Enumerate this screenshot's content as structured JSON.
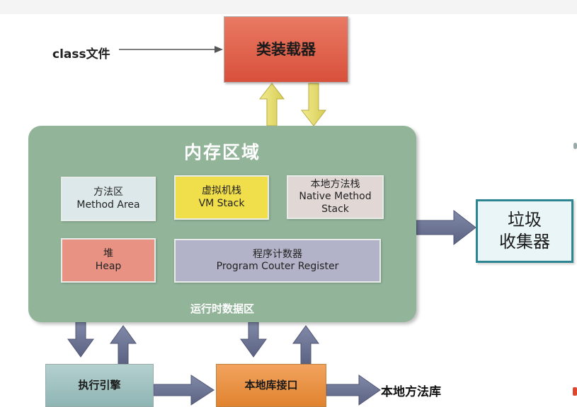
{
  "diagram": {
    "class_file": "class文件",
    "class_loader": "类装载器",
    "memory_region": {
      "title": "内存区域",
      "runtime_data_area": "运行时数据区",
      "method_area": {
        "cn": "方法区",
        "en": "Method Area"
      },
      "vm_stack": {
        "cn": "虚拟机栈",
        "en": "VM Stack"
      },
      "native_method_stack": {
        "cn": "本地方法栈",
        "en_line1": "Native Method",
        "en_line2": "Stack"
      },
      "heap": {
        "cn": "堆",
        "en": "Heap"
      },
      "program_counter": {
        "cn": "程序计数器",
        "en": "Program Couter Register"
      }
    },
    "garbage_collector": {
      "line1": "垃圾",
      "line2": "收集器"
    },
    "execution_engine": "执行引擎",
    "native_interface": "本地库接口",
    "native_library": "本地方法库"
  },
  "colors": {
    "class_loader": "#d8503b",
    "memory_region": "#92b59a",
    "method_area": "#dde8ea",
    "vm_stack": "#f0de4a",
    "native_method_stack": "#e1d8d6",
    "heap": "#e89283",
    "program_counter": "#b2b3c8",
    "garbage_collector_border": "#2d8591",
    "execution_engine": "#8eb5b4",
    "native_interface": "#e0832f",
    "up_down_arrows": "#e8e07a",
    "flow_arrows": "#6d7494"
  }
}
